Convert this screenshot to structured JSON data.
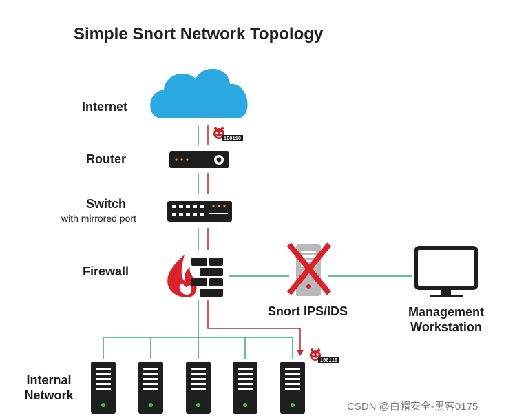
{
  "title": "Simple Snort Network Topology",
  "labels": {
    "internet": "Internet",
    "router": "Router",
    "switch": "Switch",
    "switch_sub": "with mirrored port",
    "firewall": "Firewall",
    "snort": "Snort IPS/IDS",
    "management_line1": "Management",
    "management_line2": "Workstation",
    "internal_line1": "Internal",
    "internal_line2": "Network"
  },
  "threat_badges": [
    "100110",
    "100110"
  ],
  "watermark": "CSDN @白帽安全-黑客0175",
  "colors": {
    "cloud": "#2ca8e0",
    "device": "#1e1e1e",
    "link_green": "#2fb36b",
    "threat_red": "#c9252c",
    "flame": "#d8232a",
    "led": "#f0a030",
    "server_led": "#3bbf5a",
    "snort_server": "#b9b9b9"
  }
}
